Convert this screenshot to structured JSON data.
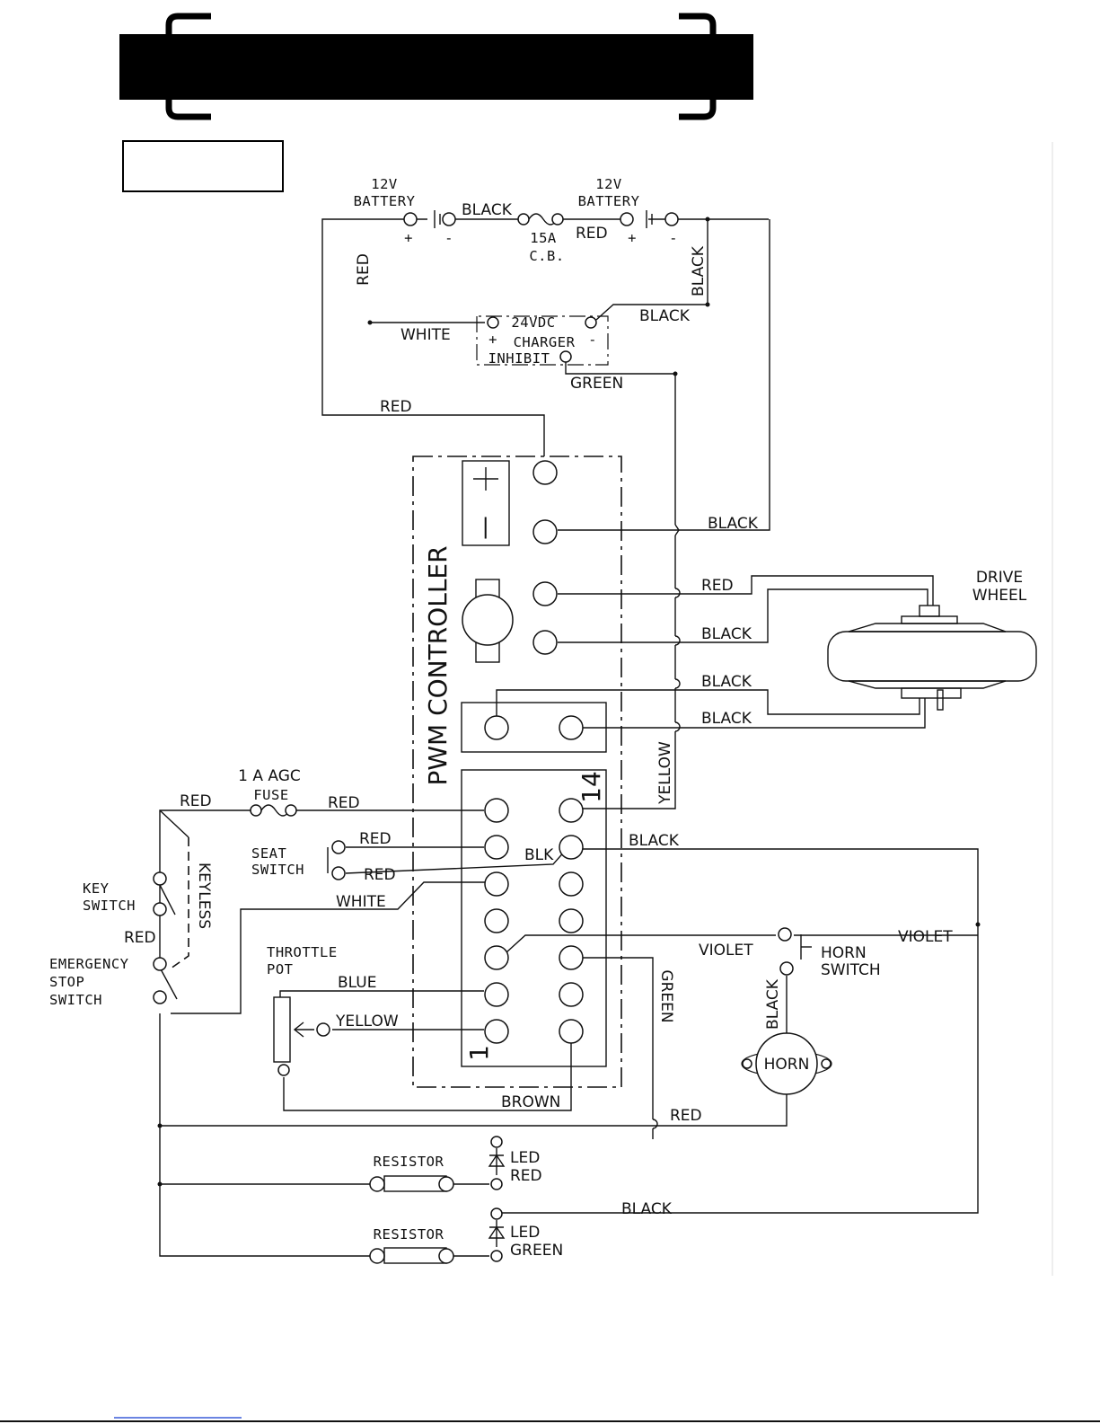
{
  "title": "",
  "battery_left": {
    "line1": "12V",
    "line2": "BATTERY",
    "plus": "+",
    "minus": "-"
  },
  "battery_right": {
    "line1": "12V",
    "line2": "BATTERY",
    "plus": "+",
    "minus": "-"
  },
  "breaker": {
    "line1": "15A",
    "line2": "C.B."
  },
  "charger": {
    "line1": "24VDC",
    "line2": "CHARGER",
    "line3": "INHIBIT",
    "plus": "+",
    "minus": "-"
  },
  "controller": {
    "label": "PWM CONTROLLER",
    "pin_first": "1",
    "pin_last": "14",
    "battery_plus": "+",
    "battery_minus": "|"
  },
  "drive_wheel": {
    "line1": "DRIVE",
    "line2": "WHEEL"
  },
  "fuse": {
    "line1": "1 A AGC",
    "line2": "FUSE"
  },
  "seat_switch": {
    "line1": "SEAT",
    "line2": "SWITCH"
  },
  "key_switch": {
    "line1": "KEY",
    "line2": "SWITCH"
  },
  "keyless": "KEYLESS",
  "estop": {
    "line1": "EMERGENCY",
    "line2": "STOP",
    "line3": "SWITCH"
  },
  "throttle": {
    "line1": "THROTTLE",
    "line2": "POT"
  },
  "horn_switch": {
    "line1": "HORN",
    "line2": "SWITCH"
  },
  "horn": "HORN",
  "resistor_red": "RESISTOR",
  "resistor_green": "RESISTOR",
  "led_red": {
    "line1": "LED",
    "line2": "RED"
  },
  "led_green": {
    "line1": "LED",
    "line2": "GREEN"
  },
  "wires": {
    "batt_link_black": "BLACK",
    "batt_right_red": "RED",
    "right_vertical_black": "BLACK",
    "left_vertical_red": "RED",
    "charger_white": "WHITE",
    "charger_black": "BLACK",
    "charger_green": "GREEN",
    "controller_red": "RED",
    "controller_black": "BLACK",
    "motor_red": "RED",
    "motor_black": "BLACK",
    "brake_black_1": "BLACK",
    "brake_black_2": "BLACK",
    "yellow_vertical": "YELLOW",
    "fuse_left_red": "RED",
    "fuse_right_red": "RED",
    "seat_red_1": "RED",
    "seat_red_2": "RED",
    "blk": "BLK",
    "pin_black": "BLACK",
    "key_red": "RED",
    "white": "WHITE",
    "violet_left": "VIOLET",
    "violet_right": "VIOLET",
    "green_vertical": "GREEN",
    "horn_black": "BLACK",
    "blue": "BLUE",
    "yellow": "YELLOW",
    "brown": "BROWN",
    "bottom_red": "RED",
    "bottom_black": "BLACK"
  }
}
